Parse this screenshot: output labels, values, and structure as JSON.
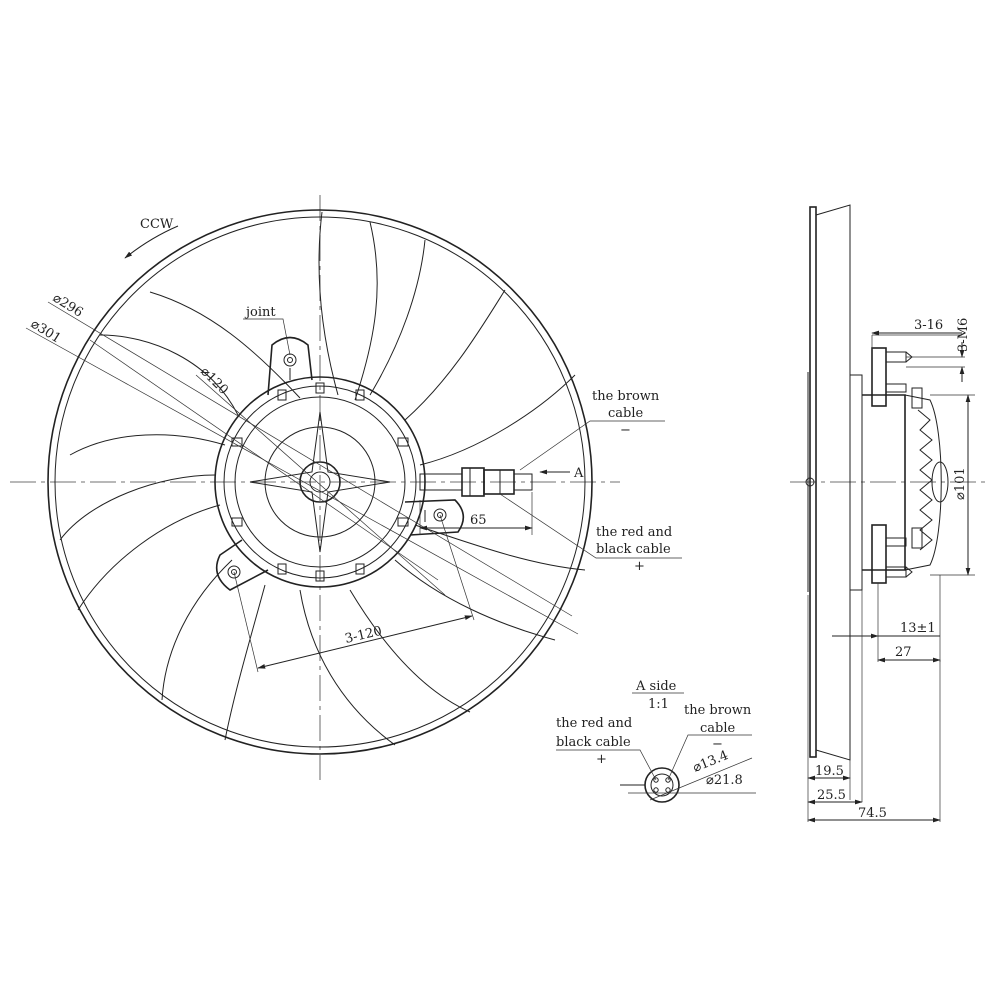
{
  "labels": {
    "ccw": "CCW",
    "joint": "joint",
    "d296": "⌀296",
    "d301": "⌀301",
    "d120": "⌀120",
    "brown_cable_1": "the brown",
    "brown_cable_2": "cable",
    "brown_sign": "−",
    "red_black_1": "the red and",
    "red_black_2": "black cable",
    "red_black_sign": "+",
    "view_a": "A",
    "dim_65": "65",
    "bolt_circle": "3-120",
    "a_side": "A side",
    "scale": "1:1",
    "conn_brown_1": "the brown",
    "conn_brown_2": "cable",
    "conn_brown_sign": "−",
    "conn_red_1": "the red and",
    "conn_red_2": "black cable",
    "conn_red_sign": "+",
    "d13_4": "⌀13.4",
    "d21_8": "⌀21.8",
    "studs": "3-16",
    "thread": "3-M6",
    "d101": "⌀101",
    "dim_13": "13±1",
    "dim_27": "27",
    "dim_19_5": "19.5",
    "dim_25_5": "25.5",
    "dim_74_5": "74.5"
  },
  "colors": {
    "line": "#222222",
    "background": "#ffffff"
  }
}
